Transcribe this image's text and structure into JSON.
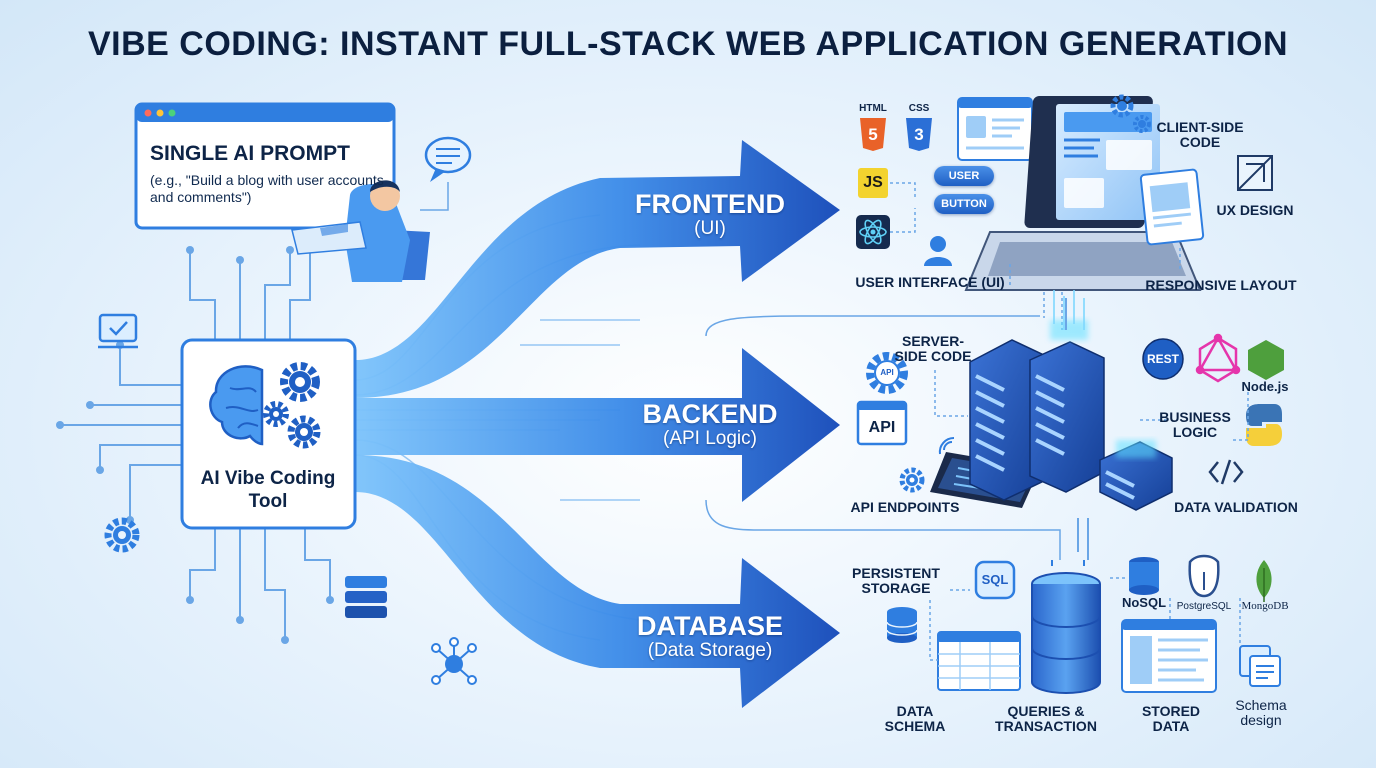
{
  "title": "VIBE CODING: INSTANT FULL-STACK WEB APPLICATION GENERATION",
  "prompt": {
    "heading": "SINGLE AI PROMPT",
    "example": "(e.g., \"Build a blog with user accounts and comments\")"
  },
  "tool": {
    "label": "AI Vibe Coding Tool"
  },
  "arrows": {
    "frontend": {
      "label": "FRONTEND",
      "sub": "(UI)"
    },
    "backend": {
      "label": "BACKEND",
      "sub": "(API Logic)"
    },
    "database": {
      "label": "DATABASE",
      "sub": "(Data Storage)"
    }
  },
  "frontend": {
    "html_label": "HTML",
    "css_label": "CSS",
    "js_label": "JS",
    "chip_user": "USER",
    "chip_button": "BUTTON",
    "client_side": "CLIENT-SIDE CODE",
    "ux_design": "UX DESIGN",
    "user_interface": "USER INTERFACE (UI)",
    "responsive": "RESPONSIVE LAYOUT"
  },
  "backend": {
    "server_side": "SERVER-SIDE CODE",
    "api_gear": "API",
    "api_box": "API",
    "rest": "REST",
    "nodejs": "Node.js",
    "business_logic": "BUSINESS LOGIC",
    "api_endpoints": "API ENDPOINTS",
    "data_validation": "DATA VALIDATION"
  },
  "database": {
    "persistent": "PERSISTENT STORAGE",
    "sql": "SQL",
    "nosql": "NoSQL",
    "postgres": "PostgreSQL",
    "mongodb": "MongoDB",
    "data_schema": "DATA SCHEMA",
    "queries": "QUERIES & TRANSACTION",
    "stored_data": "STORED DATA",
    "schema_design": "Schema design"
  },
  "colors": {
    "arrow_light": "#7cc3fb",
    "arrow_dark": "#1348b8",
    "text_dark": "#0d2447",
    "accent_blue": "#2f7ee0"
  }
}
